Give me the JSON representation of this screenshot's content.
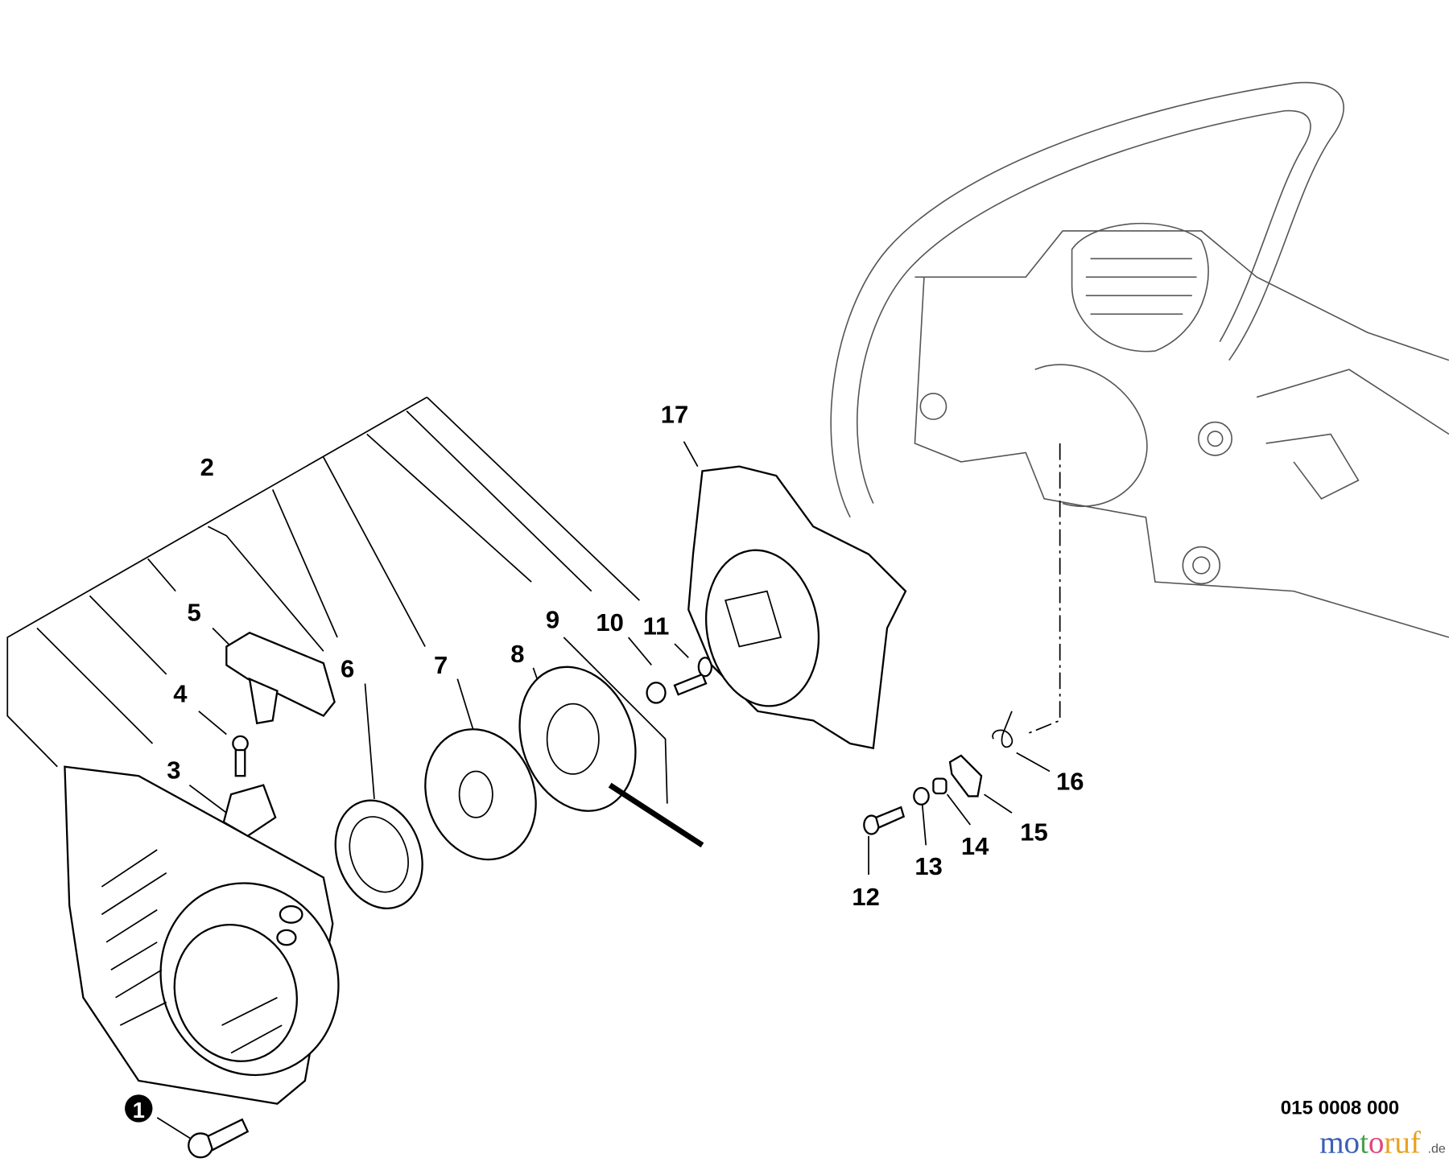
{
  "diagram": {
    "callouts": {
      "c1": "1",
      "c2": "2",
      "c3": "3",
      "c4": "4",
      "c5": "5",
      "c6": "6",
      "c7": "7",
      "c8": "8",
      "c9": "9",
      "c10": "10",
      "c11": "11",
      "c12": "12",
      "c13": "13",
      "c14": "14",
      "c15": "15",
      "c16": "16",
      "c17": "17"
    },
    "drawing_number": "015 0008 000",
    "watermark": {
      "letters": [
        "m",
        "o",
        "t",
        "o",
        "r",
        "u",
        "f"
      ],
      "colors": [
        "#3b5fb5",
        "#3b5fb5",
        "#4aa04a",
        "#e0457b",
        "#e8a21c",
        "#e8a21c",
        "#e8a21c"
      ],
      "suffix": ".de"
    }
  }
}
